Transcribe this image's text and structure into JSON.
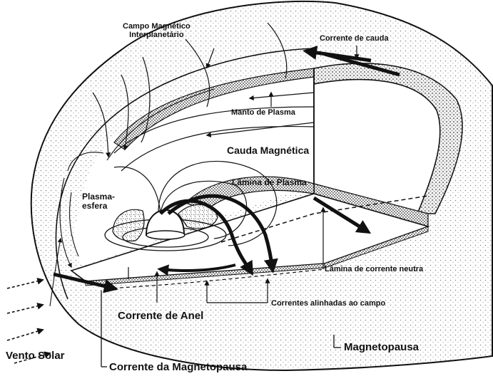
{
  "labels": {
    "imf": "Campo Magnético\nInterplanetário",
    "tail_current": "Corrente de cauda",
    "plasma_mantle": "Manto de Plasma",
    "magnetotail": "Cauda Magnética",
    "plasma_sheet": "Lâmina de Plasma",
    "plasmasphere": "Plasma-\nesfera",
    "neutral_sheet": "Lâmina de corrente neutra",
    "field_aligned": "Correntes alinhadas ao campo",
    "ring_current": "Corrente de Anel",
    "solar_wind": "Vento Solar",
    "magnetopause": "Magnetopausa",
    "magnetopause_current": "Corrente da Magnetopausa"
  },
  "colors": {
    "ink": "#111111",
    "stipple": "#9a9a9a",
    "paper": "#ffffff"
  }
}
